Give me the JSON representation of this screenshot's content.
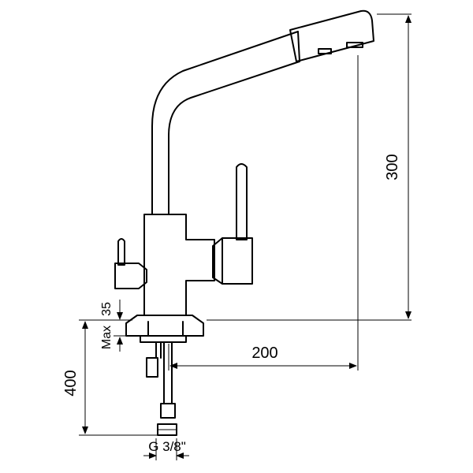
{
  "dimensions": {
    "height_300": "300",
    "reach_200": "200",
    "below_400": "400",
    "max_label": "Max",
    "max_value": "35",
    "thread": "G 3/8\""
  },
  "icons": {
    "faucet": "faucet-outline",
    "arrow": "dimension-arrowhead"
  }
}
